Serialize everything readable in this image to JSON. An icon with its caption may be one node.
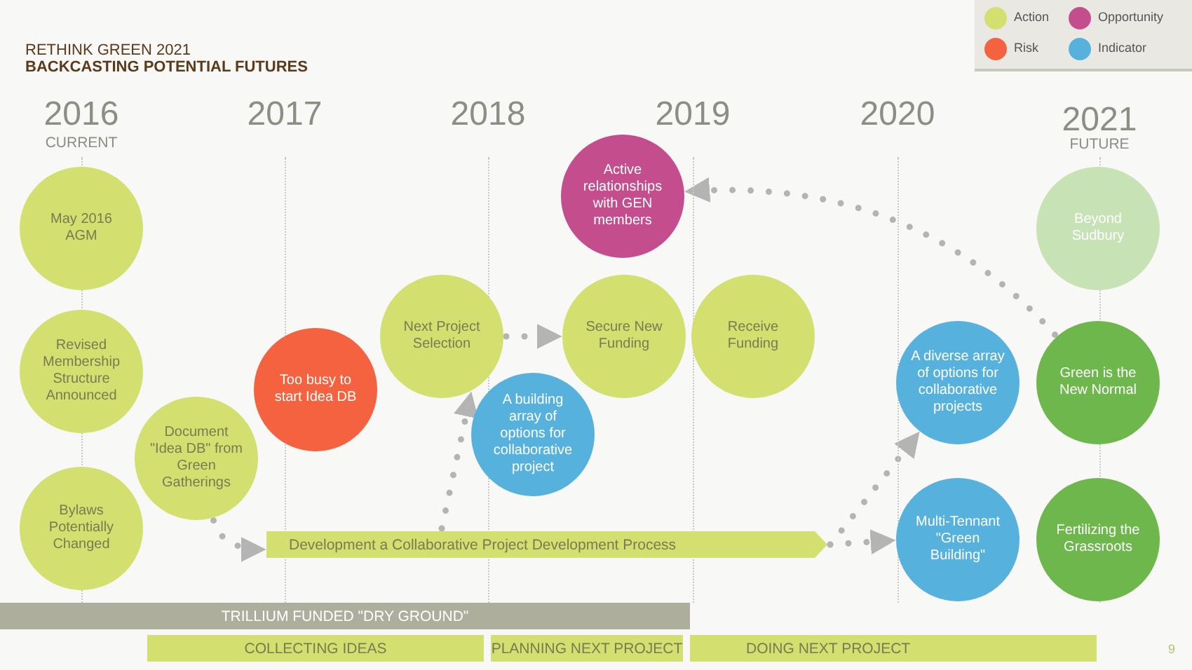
{
  "diagram": {
    "title": "RETHINK GREEN 2021",
    "nodes": [
      {
        "text": [
          "May 2016 AGM"
        ]
      },
      {
        "text": [
          "Active relationships with GEN members"
        ]
      },
      {
        "text": [
          "Beyond Sudbury"
        ]
      },
      {
        "text": [
          "Revised Membership Structure Announced"
        ]
      },
      {
        "text": [
          "Next Project Selection"
        ]
      },
      {
        "text": [
          "Secure New Funding"
        ]
      },
      {
        "text": [
          "Receive Funding"
        ]
      },
      {
        "text": [
          "Too busy to start Idea DB"
        ]
      },
      {
        "text": [
          "A building array of options for collaborative project"
        ]
      },
      {
        "text": [
          "A diverse array of options for collaborative projects"
        ]
      },
      {
        "text": [
          "Green is the New Normal"
        ]
      },
      {
        "text": [
          "Document \"Idea DB\" from Green Gatherings"
        ]
      },
      {
        "text": [
          "Bylaws Potentially Changed"
        ]
      },
      {
        "text": [
          "Development a Collaborative Project Development Process"
        ]
      },
      {
        "text": [
          "Multi-Tennant \"Green Building\""
        ]
      },
      {
        "text": [
          "Fertilizing the Grassroots"
        ]
      },
      {
        "text": [
          "TRILLIUM FUNDED \"DRY GROUND\""
        ]
      },
      {
        "text": [
          "COLLECTING IDEAS"
        ]
      },
      {
        "text": [
          "PLANNING NEXT PROJECT"
        ]
      },
      {
        "text": [
          "DOING NEXT PROJECT"
        ]
      }
    ],
    "edges": [
      {
        "from": 11,
        "to": 13,
        "arrow": "to"
      },
      {
        "from": 13,
        "to": 4,
        "arrow": "to"
      },
      {
        "from": 4,
        "to": 5,
        "arrow": "to"
      },
      {
        "from": 13,
        "to": 14,
        "arrow": "to"
      },
      {
        "from": 13,
        "to": 9,
        "arrow": "to"
      },
      {
        "from": 10,
        "to": 1,
        "arrow": "to"
      }
    ],
    "labels": [
      "BACKCASTING POTENTIAL FUTURES",
      "2016",
      "CURRENT",
      "2017",
      "2018",
      "2019",
      "2020",
      "2021",
      "FUTURE",
      "9"
    ],
    "legend": [
      {
        "text": "Action",
        "color": "#d3df6e"
      },
      {
        "text": "Opportunity",
        "color": "#c44d8e"
      },
      {
        "text": "Risk",
        "color": "#f4623f"
      },
      {
        "text": "Indicator",
        "color": "#56b2dd"
      }
    ]
  }
}
